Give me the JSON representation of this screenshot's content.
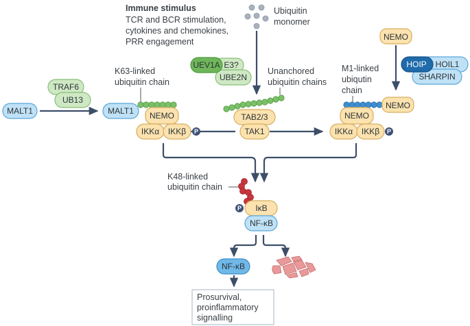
{
  "colors": {
    "arrow": "#3c4e68",
    "blue_pill_fill": "#bfe1f6",
    "blue_pill_stroke": "#5aa6d8",
    "blue_mid_fill": "#6fb8e8",
    "dark_blue": "#1f6bab",
    "orange_fill": "#fbe2ae",
    "orange_stroke": "#d6ae60",
    "green_light_fill": "#cfe8c4",
    "green_light_stroke": "#88bf76",
    "green_dark_fill": "#6fb65a",
    "green_bead": "#7cc06a",
    "blue_bead": "#3f8fd0",
    "red_bead": "#c8363c",
    "grey_bead": "#a9b2bd",
    "phospho": "#3e5275",
    "proteasome": "#e89a9a"
  },
  "stimulus": {
    "title": "Immune stimulus",
    "lines": [
      "TCR and BCR stimulation,",
      "cytokines and chemokines,",
      "PRR engagement"
    ]
  },
  "labels": {
    "ubiquitin_monomer": [
      "Ubiquitin",
      "monomer"
    ],
    "k63_chain": [
      "K63-linked",
      "ubiquitin chain"
    ],
    "unanchored_chains": [
      "Unanchored",
      "ubiquitin chains"
    ],
    "m1_chain": [
      "M1-linked",
      "ubiqutin",
      "chain"
    ],
    "k48_chain": [
      "K48-linked",
      "ubiquitin chain"
    ],
    "outcome": [
      "Prosurvival,",
      "proinflammatory",
      "signalling"
    ]
  },
  "proteins": {
    "malt1_left": "MALT1",
    "traf6": "TRAF6",
    "ub13": "UB13",
    "malt1_right": "MALT1",
    "nemo_left": "NEMO",
    "ikka_left": "IKKα",
    "ikkb_left": "IKKβ",
    "uev1a": "UEV1A",
    "e3": "E3?",
    "ube2n": "UBE2N",
    "tab23": "TAB2/3",
    "tak1": "TAK1",
    "nemo_top": "NEMO",
    "hoip": "HOIP",
    "hoil1": "HOIL1",
    "sharpin": "SHARPIN",
    "nemo_chain": "NEMO",
    "nemo_right": "NEMO",
    "ikka_right": "IKKα",
    "ikkb_right": "IKKβ",
    "ikb": "IκB",
    "nfkb_complex": "NF-κB",
    "nfkb_free": "NF-κB"
  },
  "phospho_label": "P"
}
